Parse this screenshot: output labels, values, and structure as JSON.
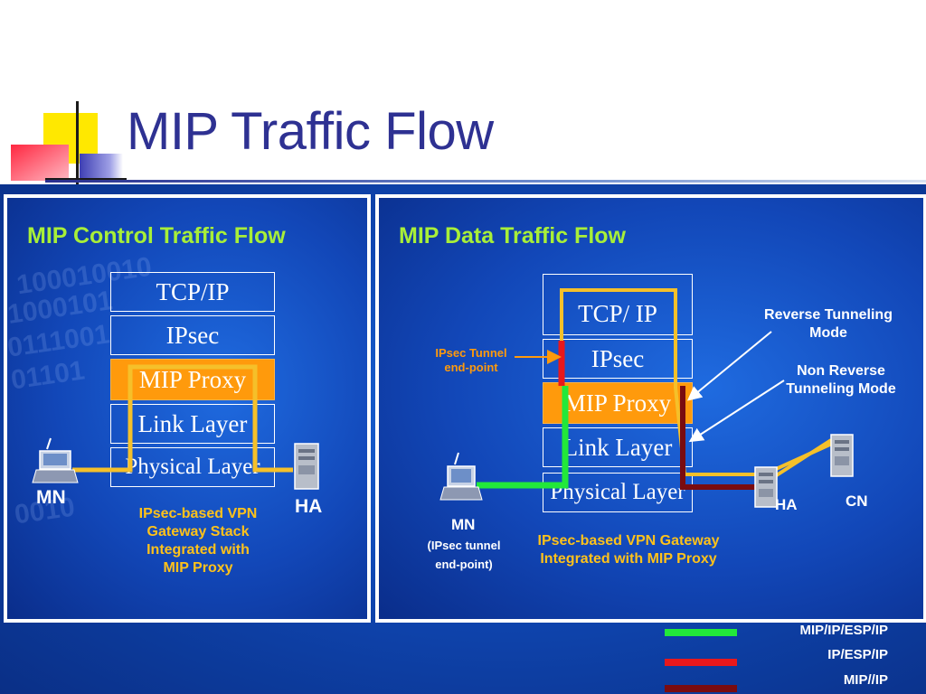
{
  "slide": {
    "title": "MIP Traffic Flow"
  },
  "control_panel": {
    "title": "MIP Control Traffic Flow",
    "stack": [
      "TCP/IP",
      "IPsec",
      "MIP Proxy",
      "Link Layer",
      "Physical Layer"
    ],
    "node_left": "MN",
    "node_right": "HA",
    "caption": "IPsec-based VPN Gateway Stack Integrated with MIP Proxy",
    "caption_lines": [
      "IPsec-based VPN",
      "Gateway Stack",
      "Integrated with",
      "MIP Proxy"
    ]
  },
  "data_panel": {
    "title": "MIP Data Traffic Flow",
    "stack": [
      "TCP/ IP",
      "IPsec",
      "MIP Proxy",
      "Link Layer",
      "Physical Layer"
    ],
    "tunnel_label_lines": [
      "IPsec Tunnel",
      "end-point"
    ],
    "reverse_label_lines": [
      "Reverse Tunneling",
      "Mode"
    ],
    "nonreverse_label_lines": [
      "Non Reverse",
      "Tunneling Mode"
    ],
    "mn_label": "MN",
    "mn_sub_lines": [
      "(IPsec tunnel",
      "end-point)"
    ],
    "ha_label": "HA",
    "cn_label": "CN",
    "caption_lines": [
      "IPsec-based VPN  Gateway",
      "Integrated with MIP Proxy"
    ]
  },
  "legend": [
    {
      "label": "MIP/IP/ESP/IP",
      "color": "#22e83a"
    },
    {
      "label": "IP/ESP/IP",
      "color": "#e8181c"
    },
    {
      "label": "MIP//IP",
      "color": "#7a0c10"
    }
  ],
  "colors": {
    "title": "#2e3192",
    "flow_yellow": "#f5c02a",
    "mip_proxy": "#ff9a0c",
    "panel_title": "#a8ef38"
  }
}
